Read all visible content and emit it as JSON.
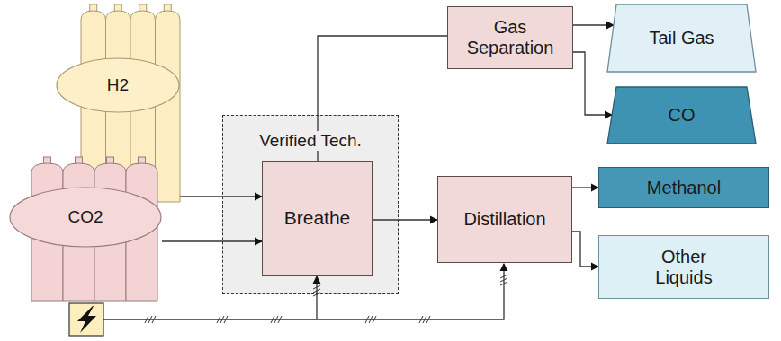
{
  "diagram": {
    "nodes": [
      {
        "text": [
          "H2"
        ]
      },
      {
        "text": [
          "CO2"
        ]
      },
      {
        "text": [
          "Verified Tech."
        ]
      },
      {
        "text": [
          "Breathe"
        ],
        "in": 2
      },
      {
        "text": [
          "Gas Separation"
        ]
      },
      {
        "text": [
          "Distillation"
        ]
      },
      {
        "text": [
          "Tail Gas"
        ]
      },
      {
        "text": [
          "CO"
        ]
      },
      {
        "text": [
          "Methanol"
        ]
      },
      {
        "text": [
          "Other Liquids"
        ]
      }
    ],
    "edges": [
      {
        "from": 0,
        "to": 3,
        "arrow": "to"
      },
      {
        "from": 1,
        "to": 3,
        "arrow": "to"
      },
      {
        "from": 3,
        "to": 4,
        "arrow": "none"
      },
      {
        "from": 3,
        "to": 5,
        "arrow": "to"
      },
      {
        "from": 4,
        "to": 6,
        "arrow": "to"
      },
      {
        "from": 4,
        "to": 7,
        "arrow": "to"
      },
      {
        "from": 5,
        "to": 8,
        "arrow": "to"
      },
      {
        "from": 5,
        "to": 9,
        "arrow": "to"
      }
    ]
  }
}
